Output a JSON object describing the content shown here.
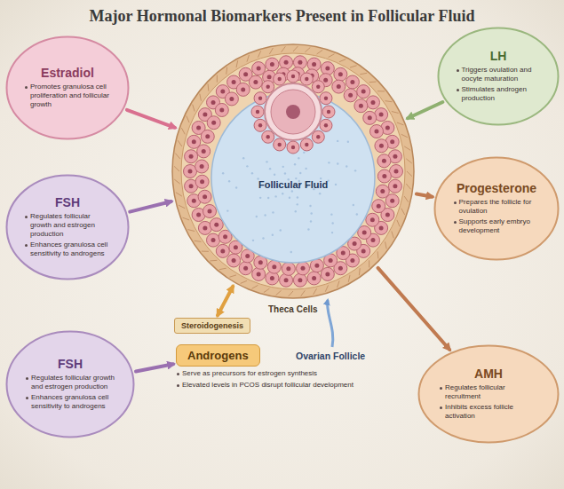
{
  "diagram": {
    "title": "Major Hormonal Biomarkers Present in Follicular Fluid",
    "nodes": [
      {
        "text": [
          "Estradiol",
          "Promotes granulosa cell proliferation and follicular growth"
        ]
      },
      {
        "text": [
          "LH",
          "Triggers ovulation and oocyte maturation",
          "Stimulates androgen production"
        ]
      },
      {
        "text": [
          "Follicular Fluid"
        ]
      },
      {
        "text": [
          "FSH",
          "Regulates follicular growth and estrogen production",
          "Enhances granulosa cell sensitivity to androgens"
        ]
      },
      {
        "text": [
          "Progesterone",
          "Prepares the follicle for ovulation",
          "Supports early embryo development"
        ]
      },
      {
        "text": [
          "Steroidogenesis"
        ]
      },
      {
        "text": [
          "FSH",
          "Regulates follicular growth and estrogen production",
          "Enhances granulosa cell sensitivity to androgens"
        ]
      },
      {
        "text": [
          "Androgens",
          "Serve as precursors for estrogen synthesis",
          "Elevated levels in PCOS disrupt follicular development"
        ]
      },
      {
        "text": [
          "AMH",
          "Regulates follicular recruitment",
          "Inhibits excess follicle activation"
        ]
      }
    ],
    "edges": [
      {
        "from": 0,
        "to": 2,
        "arrow": "to"
      },
      {
        "from": 1,
        "to": 2,
        "arrow": "to"
      },
      {
        "from": 3,
        "to": 2,
        "arrow": "to"
      },
      {
        "from": 2,
        "to": 4,
        "arrow": "to"
      },
      {
        "from": 2,
        "to": 5,
        "arrow": "both"
      },
      {
        "from": 6,
        "to": 7,
        "arrow": "to"
      },
      {
        "from": 2,
        "to": 8,
        "arrow": "to"
      }
    ],
    "labels": [
      "Theca Cells",
      "Ovarian Follicle"
    ]
  }
}
